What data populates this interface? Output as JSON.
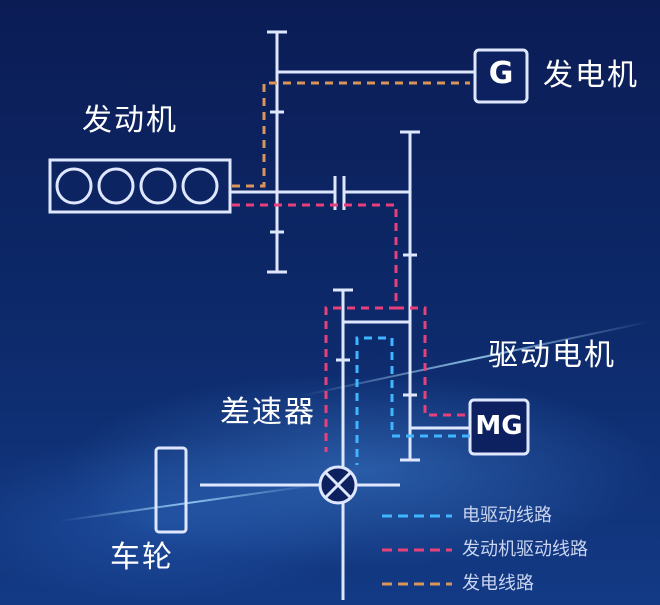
{
  "labels": {
    "engine": "发动机",
    "generator": "发电机",
    "drive_motor": "驱动电机",
    "differential": "差速器",
    "wheel": "车轮"
  },
  "boxes": {
    "generator_letter": "G",
    "motor_letters": "MG"
  },
  "legend": [
    {
      "text": "电驱动线路",
      "color": "#3fb6ff"
    },
    {
      "text": "发动机驱动线路",
      "color": "#e8407a"
    },
    {
      "text": "发电线路",
      "color": "#d9955a"
    }
  ],
  "colors": {
    "shaft": "#dfe7ff",
    "electric_path": "#3fb6ff",
    "engine_path": "#e8407a",
    "generation_path": "#d9955a"
  }
}
